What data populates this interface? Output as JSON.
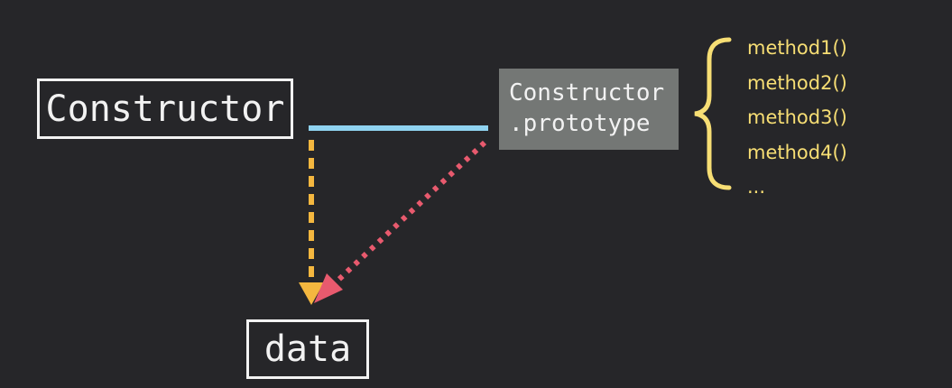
{
  "diagram": {
    "constructor_label": "Constructor",
    "data_label": "data",
    "prototype_label_line1": "Constructor",
    "prototype_label_line2": ".prototype",
    "methods": [
      "method1()",
      "method2()",
      "method3()",
      "method4()",
      "..."
    ]
  },
  "colors": {
    "background": "#262629",
    "link_line": "#8fd3f0",
    "constructor_arrow": "#f4b73f",
    "prototype_arrow": "#e85a6e",
    "brace": "#f7de74",
    "methods_text": "#f7de74",
    "prototype_box": "#747775",
    "text_light": "#f2f2f2"
  }
}
